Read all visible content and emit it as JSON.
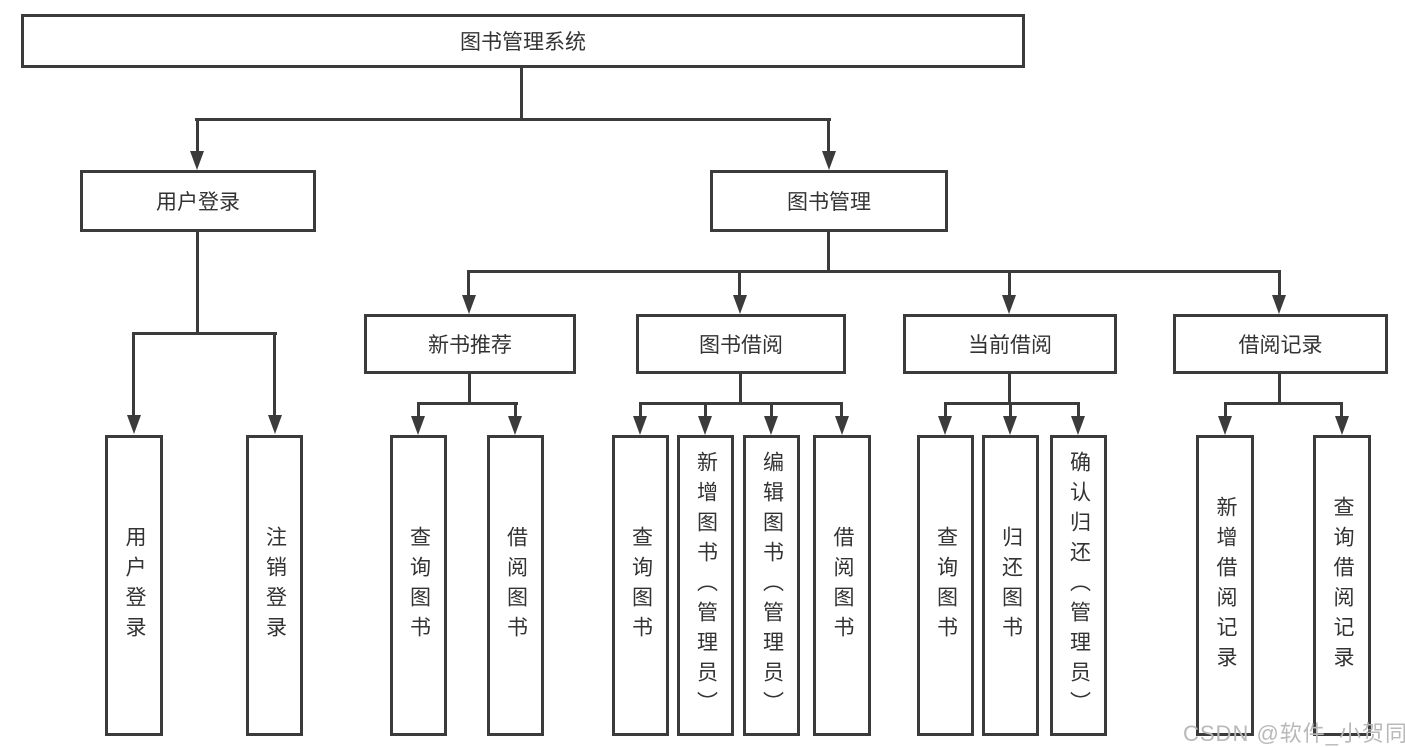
{
  "diagram_type": "hierarchy-tree",
  "colors": {
    "line": "#3b3b3b",
    "text": "#333333",
    "box_background": "#ffffff",
    "watermark": "#b9b9b9",
    "page_background": "#ffffff"
  },
  "tree": {
    "label": "图书管理系统",
    "children": [
      {
        "label": "用户登录",
        "children": [
          {
            "label": "用户登录"
          },
          {
            "label": "注销登录"
          }
        ]
      },
      {
        "label": "图书管理",
        "children": [
          {
            "label": "新书推荐",
            "children": [
              {
                "label": "查询图书"
              },
              {
                "label": "借阅图书"
              }
            ]
          },
          {
            "label": "图书借阅",
            "children": [
              {
                "label": "查询图书"
              },
              {
                "label": "新增图书（管理员）"
              },
              {
                "label": "编辑图书（管理员）"
              },
              {
                "label": "借阅图书"
              }
            ]
          },
          {
            "label": "当前借阅",
            "children": [
              {
                "label": "查询图书"
              },
              {
                "label": "归还图书"
              },
              {
                "label": "确认归还（管理员）"
              }
            ]
          },
          {
            "label": "借阅记录",
            "children": [
              {
                "label": "新增借阅记录"
              },
              {
                "label": "查询借阅记录"
              }
            ]
          }
        ]
      }
    ]
  },
  "watermark": "CSDN @软件_小贺同学"
}
